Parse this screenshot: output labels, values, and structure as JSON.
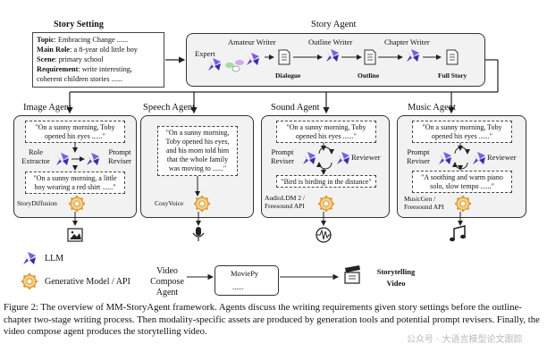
{
  "story_setting": {
    "title": "Story Setting",
    "lines": [
      {
        "key": "Topic",
        "value": ": Embracing Change ......"
      },
      {
        "key": "Main Role",
        "value": ": a 8-year old little boy"
      },
      {
        "key": "Scene",
        "value": ": primary school"
      },
      {
        "key": "Requirement",
        "value": ": write interesting,"
      },
      {
        "key": "",
        "value": "coherent children stories ......"
      }
    ]
  },
  "story_agent": {
    "title": "Story Agent",
    "expert": "Expert",
    "amateur_writer": "Amateur Writer",
    "outline_writer": "Outline Writer",
    "chapter_writer": "Chapter Writer",
    "dialogue": "Dialogue",
    "outline": "Outline",
    "full_story": "Full Story"
  },
  "image_agent": {
    "title": "Image Agent",
    "quote1": "\"On a sunny morning, Toby opened his eyes ......\"",
    "role_extractor": "Role Extractor",
    "prompt_reviser": "Prompt Reviser",
    "quote2": "\"On a sunny morning, a little boy wearing a red shirt ......\"",
    "model": "StoryDiffusion"
  },
  "speech_agent": {
    "title": "Speech Agent",
    "quote": "\"On a sunny morning, Toby opened his eyes, and his mom told him that the whole family was moving to ......\"",
    "model": "CosyVoice"
  },
  "sound_agent": {
    "title": "Sound Agent",
    "quote1": "\"On a sunny morning, Toby opened his eyes ......\"",
    "prompt_reviser": "Prompt Reviser",
    "reviewer": "Reviewer",
    "quote2": "\"Bird is birding in the distance\"",
    "model": "AudioLDM 2 / Freesound API"
  },
  "music_agent": {
    "title": "Music Agent",
    "quote1": "\"On a sunny morning, Toby opened his eyes ......\"",
    "prompt_reviser": "Prompt Reviser",
    "reviewer": "Reviewer",
    "quote2": "\"A soothing and warm piano solo, slow tempo ......\"",
    "model": "MusicGen / Freesound API"
  },
  "legend": {
    "llm": "LLM",
    "gen": "Generative Model / API"
  },
  "video": {
    "agent_label": "Video Compose Agent",
    "tool": "MoviePy",
    "dots": "......",
    "output": "Storytelling Video"
  },
  "caption": "Figure 2: The overview of MM-StoryAgent framework. Agents discuss the writing requirements given story settings before the outline-chapter two-stage writing process. Then modality-specific assets are produced by generation tools and potential prompt revisers. Finally, the video compose agent produces the storytelling video.",
  "watermark": "公众号 · 大语言模型论文跟踪"
}
